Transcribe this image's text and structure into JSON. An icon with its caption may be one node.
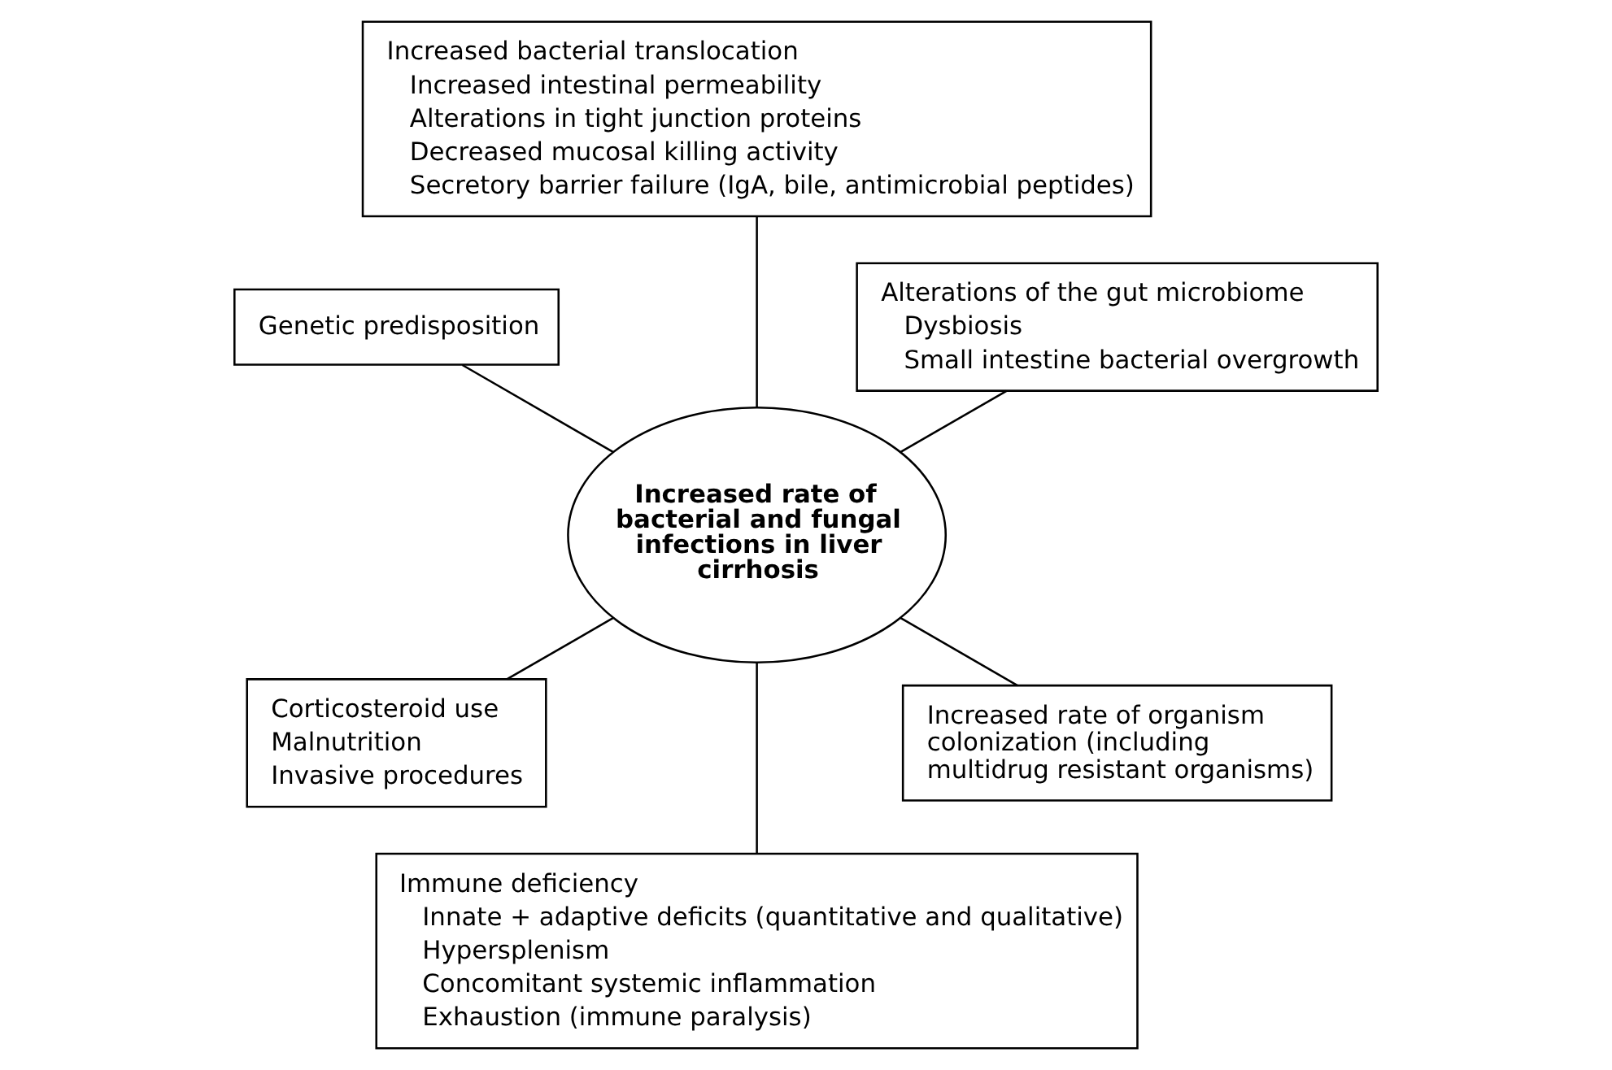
{
  "diagram": {
    "nodes": [
      {
        "text": [
          "Alterations of the gut microbiome",
          "Dysbiosis",
          "Small intestine bacterial overgrowth"
        ]
      },
      {
        "text": [
          "Increased bacterial translocation",
          "Increased intestinal permeability",
          "Alterations in tight junction proteins",
          "Decreased mucosal killing activity",
          "Secretory barrier failure (IgA, bile, antimicrobial peptides)"
        ]
      },
      {
        "text": [
          "Genetic predisposition"
        ]
      },
      {
        "text": [
          "Increased rate of bacterial and fungal infections in liver cirrhosis"
        ]
      },
      {
        "text": [
          "Corticosteroid use",
          "Malnutrition",
          "Invasive procedures"
        ]
      },
      {
        "text": [
          "Immune deficiency",
          "Innate + adaptive deficits (quantitative and qualitative)",
          "Hypersplenism",
          "Concomitant systemic inflammation",
          "Exhaustion (immune paralysis)"
        ]
      },
      {
        "text": [
          "Increased rate of organism colonization (including multidrug resistant organisms)"
        ]
      }
    ],
    "edges": [
      {
        "from": 3,
        "to": 0,
        "arrow": "none"
      },
      {
        "from": 3,
        "to": 1,
        "arrow": "none"
      },
      {
        "from": 3,
        "to": 2,
        "arrow": "none"
      },
      {
        "from": 3,
        "to": 4,
        "arrow": "none"
      },
      {
        "from": 3,
        "to": 5,
        "arrow": "none"
      },
      {
        "from": 3,
        "to": 6,
        "arrow": "none"
      }
    ]
  }
}
